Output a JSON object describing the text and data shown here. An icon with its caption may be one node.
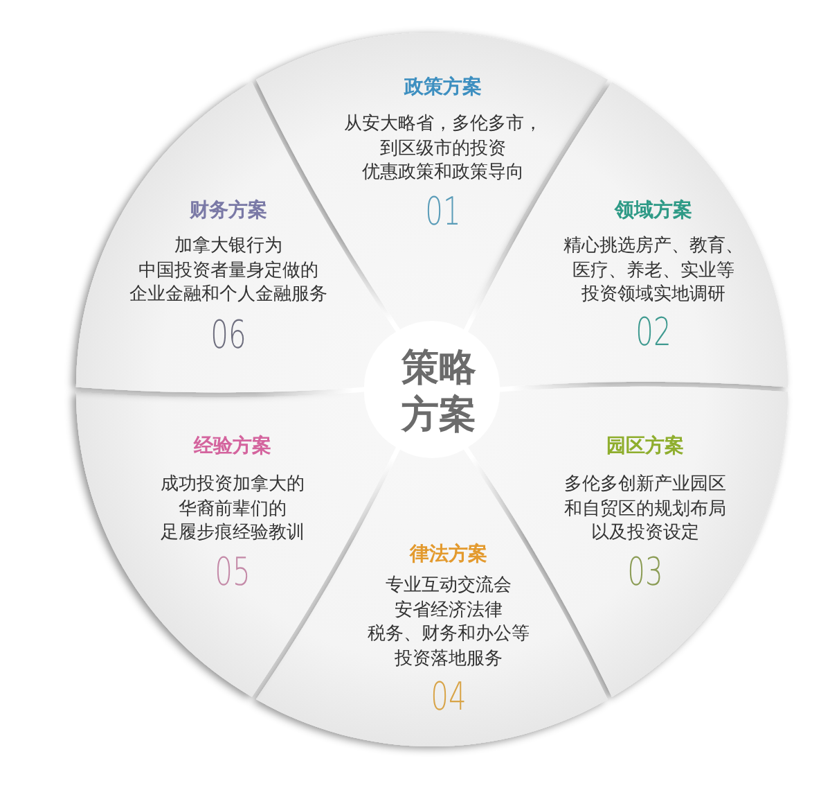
{
  "diagram": {
    "nodes": [
      {
        "text": [
          "政策方案",
          "从安大略省，多伦多市，到区级市的投资优惠政策和政策导向",
          "01"
        ]
      },
      {
        "text": [
          "领域方案",
          "精心挑选房产、教育、医疗、养老、实业等投资领域实地调研",
          "02"
        ]
      },
      {
        "text": [
          "园区方案",
          "多伦多创新产业园区和自贸区的规划布局以及投资设定",
          "03"
        ]
      },
      {
        "text": [
          "律法方案",
          "专业互动交流会安省经济法律税务、财务和办公等投资落地服务",
          "04"
        ]
      },
      {
        "text": [
          "经验方案",
          "成功投资加拿大的华裔前辈们的足履步痕经验教训",
          "05"
        ]
      },
      {
        "text": [
          "财务方案",
          "加拿大银行为中国投资者量身定做的企业金融和个人金融服务",
          "06"
        ]
      }
    ],
    "labels": [
      "策略方案"
    ]
  }
}
